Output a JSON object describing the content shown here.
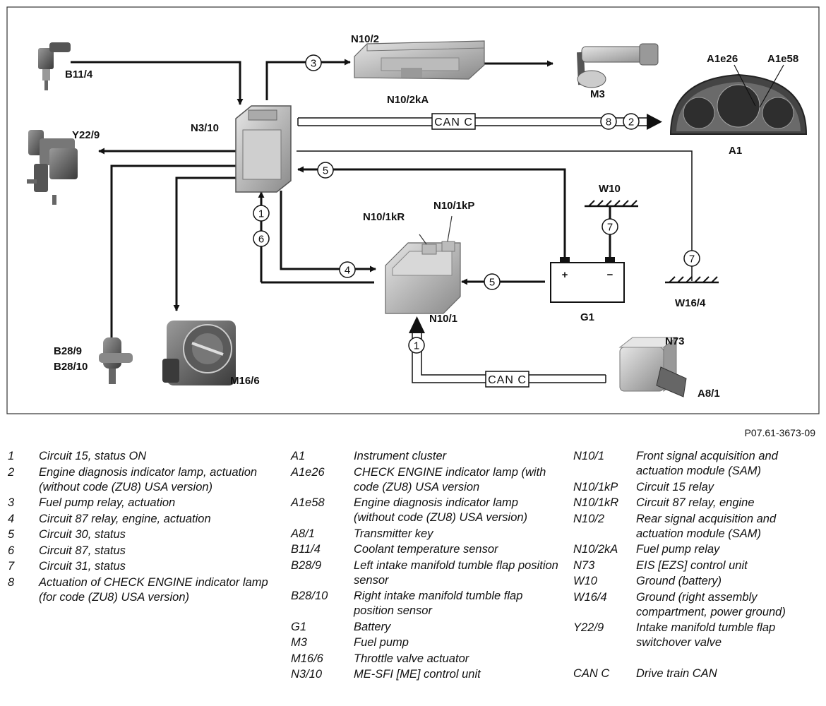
{
  "figure_id": "P07.61-3673-09",
  "components": {
    "b11_4": "B11/4",
    "n3_10": "N3/10",
    "y22_9": "Y22/9",
    "n10_2": "N10/2",
    "n10_2ka": "N10/2kA",
    "m3": "M3",
    "a1e26": "A1e26",
    "a1e58": "A1e58",
    "a1": "A1",
    "w10": "W10",
    "n10_1kr": "N10/1kR",
    "n10_1kp": "N10/1kP",
    "n10_1": "N10/1",
    "g1": "G1",
    "w16_4": "W16/4",
    "b28_9": "B28/9",
    "b28_10": "B28/10",
    "m16_6": "M16/6",
    "n73": "N73",
    "a8_1": "A8/1",
    "battery_plus": "+",
    "battery_minus": "−"
  },
  "can_labels": {
    "top": "CAN C",
    "bottom": "CAN C"
  },
  "circuit_markers": {
    "m3": "3",
    "m8": "8",
    "m2": "2",
    "m5a": "5",
    "m1a": "1",
    "m6": "6",
    "m4": "4",
    "m5b": "5",
    "m7a": "7",
    "m7b": "7",
    "m1b": "1"
  },
  "legend": {
    "col1": [
      {
        "code": "1",
        "desc": "Circuit 15, status ON"
      },
      {
        "code": "2",
        "desc": "Engine diagnosis indicator lamp, actuation (without code (ZU8) USA version)"
      },
      {
        "code": "3",
        "desc": "Fuel pump relay, actuation"
      },
      {
        "code": "4",
        "desc": "Circuit 87 relay, engine, actuation"
      },
      {
        "code": "5",
        "desc": "Circuit 30, status"
      },
      {
        "code": "6",
        "desc": "Circuit 87, status"
      },
      {
        "code": "7",
        "desc": "Circuit 31, status"
      },
      {
        "code": "8",
        "desc": "Actuation of CHECK ENGINE indicator lamp (for code (ZU8) USA version)"
      }
    ],
    "col2": [
      {
        "code": "A1",
        "desc": "Instrument cluster"
      },
      {
        "code": "A1e26",
        "desc": "CHECK ENGINE indicator lamp (with code (ZU8) USA version"
      },
      {
        "code": "A1e58",
        "desc": "Engine diagnosis indicator lamp (without code (ZU8) USA version)"
      },
      {
        "code": "A8/1",
        "desc": "Transmitter key"
      },
      {
        "code": "B11/4",
        "desc": "Coolant temperature sensor"
      },
      {
        "code": "B28/9",
        "desc": "Left intake manifold tumble flap position sensor"
      },
      {
        "code": "B28/10",
        "desc": "Right intake manifold tumble flap position sensor"
      },
      {
        "code": "G1",
        "desc": "Battery"
      },
      {
        "code": "M3",
        "desc": "Fuel pump"
      },
      {
        "code": "M16/6",
        "desc": "Throttle valve actuator"
      },
      {
        "code": "N3/10",
        "desc": "ME-SFI [ME] control unit"
      }
    ],
    "col3": [
      {
        "code": "N10/1",
        "desc": "Front signal acquisition and actuation module (SAM)"
      },
      {
        "code": "N10/1kP",
        "desc": "Circuit 15 relay"
      },
      {
        "code": "N10/1kR",
        "desc": "Circuit 87 relay, engine"
      },
      {
        "code": "N10/2",
        "desc": "Rear signal acquisition and actuation module (SAM)"
      },
      {
        "code": "N10/2kA",
        "desc": "Fuel pump relay"
      },
      {
        "code": "N73",
        "desc": "EIS [EZS] control unit"
      },
      {
        "code": "W10",
        "desc": "Ground (battery)"
      },
      {
        "code": "W16/4",
        "desc": "Ground (right assembly compartment, power ground)"
      },
      {
        "code": "Y22/9",
        "desc": "Intake manifold tumble flap switchover valve"
      },
      {
        "code": "CAN C",
        "desc": "Drive train CAN"
      }
    ]
  }
}
